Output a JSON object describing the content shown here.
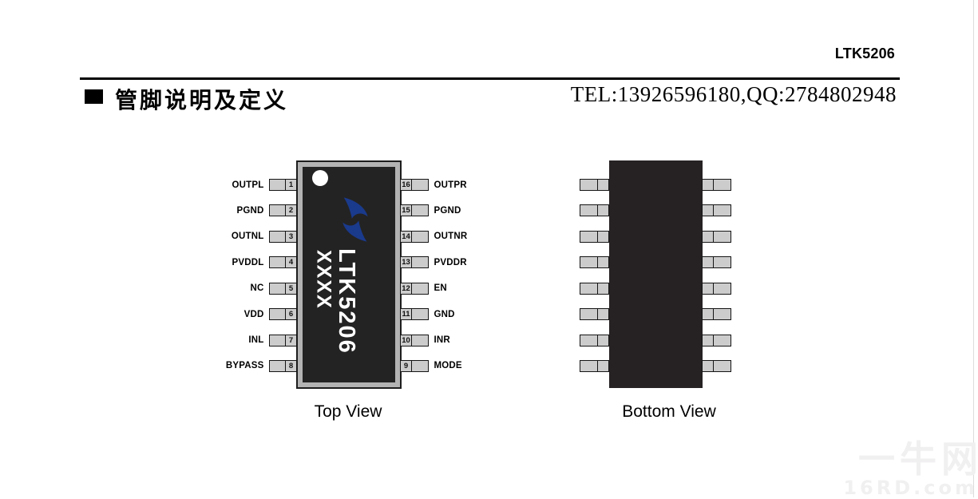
{
  "header": {
    "doc_title": "LTK5206"
  },
  "section": {
    "title": "管脚说明及定义",
    "contact": "TEL:13926596180,QQ:2784802948"
  },
  "chip": {
    "marking_line1": "LTK5206",
    "marking_line2": "XXXX",
    "logo_icon": "blue-pinwheel-logo",
    "logo_color": "#1a3a8c",
    "body_color": "#232323",
    "frame_color": "#b3b3b3",
    "pin_color": "#cccccc"
  },
  "top_view": {
    "caption": "Top View",
    "left_pins": [
      {
        "number": "1",
        "label": "OUTPL"
      },
      {
        "number": "2",
        "label": "PGND"
      },
      {
        "number": "3",
        "label": "OUTNL"
      },
      {
        "number": "4",
        "label": "PVDDL"
      },
      {
        "number": "5",
        "label": "NC"
      },
      {
        "number": "6",
        "label": "VDD"
      },
      {
        "number": "7",
        "label": "INL"
      },
      {
        "number": "8",
        "label": "BYPASS"
      }
    ],
    "right_pins": [
      {
        "number": "16",
        "label": "OUTPR"
      },
      {
        "number": "15",
        "label": "PGND"
      },
      {
        "number": "14",
        "label": "OUTNR"
      },
      {
        "number": "13",
        "label": "PVDDR"
      },
      {
        "number": "12",
        "label": "EN"
      },
      {
        "number": "11",
        "label": "GND"
      },
      {
        "number": "10",
        "label": "INR"
      },
      {
        "number": "9",
        "label": "MODE"
      }
    ]
  },
  "bottom_view": {
    "caption": "Bottom View",
    "pins_per_side": 8
  },
  "watermark": {
    "line1": "一牛网",
    "line2": "16RD.com"
  }
}
